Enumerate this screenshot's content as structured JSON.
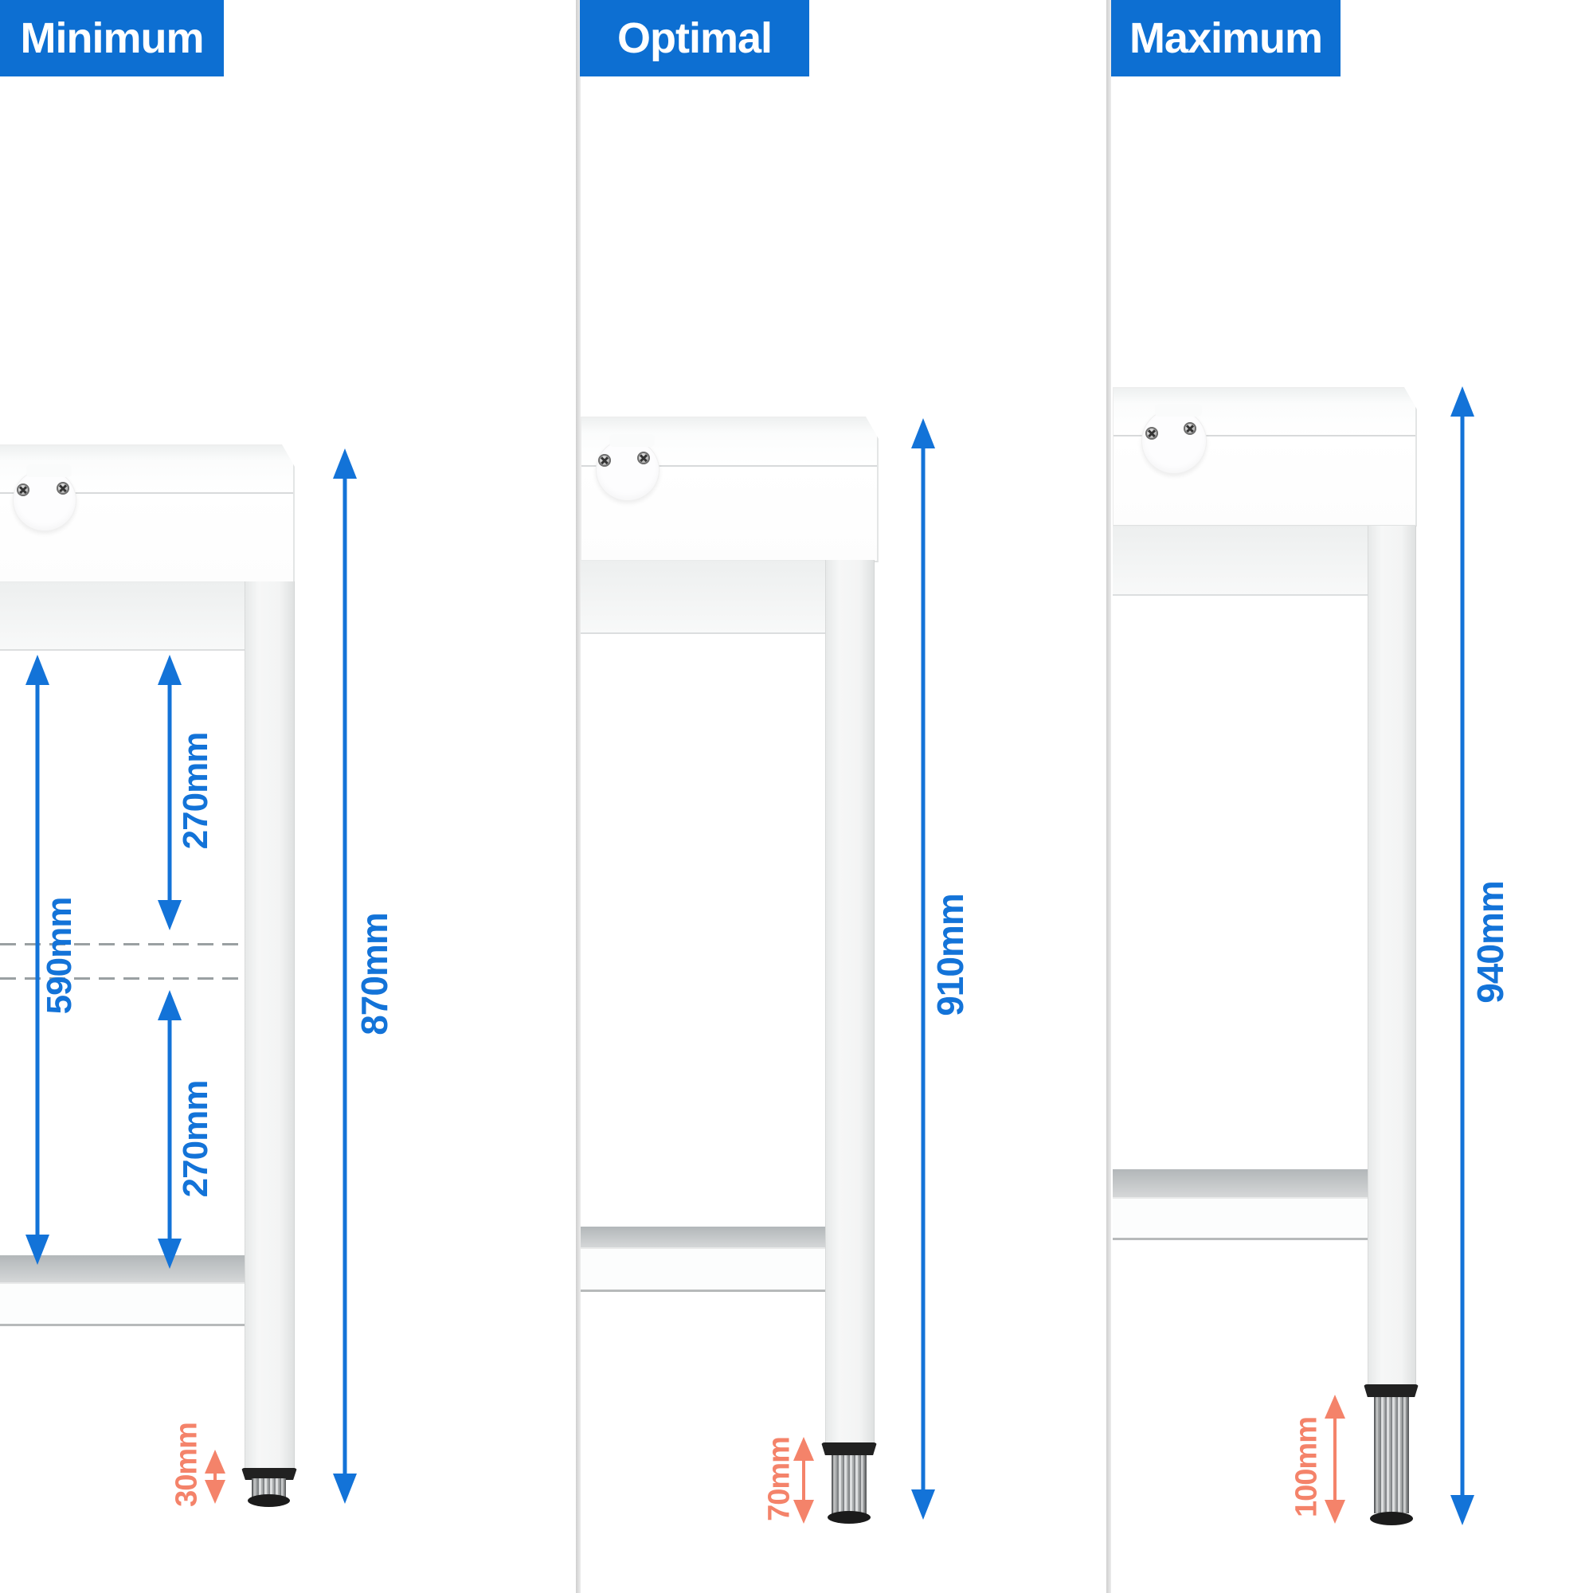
{
  "palette": {
    "header-blue": "#0d6fd2",
    "arrow-blue": "#1373d8",
    "salmon": "#f4836a"
  },
  "panels": [
    {
      "header": "Minimum",
      "overall_height": "870mm",
      "interior_total": "590mm",
      "interior_upper": "270mm",
      "interior_lower": "270mm",
      "foot_adjust": "30mm"
    },
    {
      "header": "Optimal",
      "overall_height": "910mm",
      "foot_adjust": "70mm"
    },
    {
      "header": "Maximum",
      "overall_height": "940mm",
      "foot_adjust": "100mm"
    }
  ]
}
